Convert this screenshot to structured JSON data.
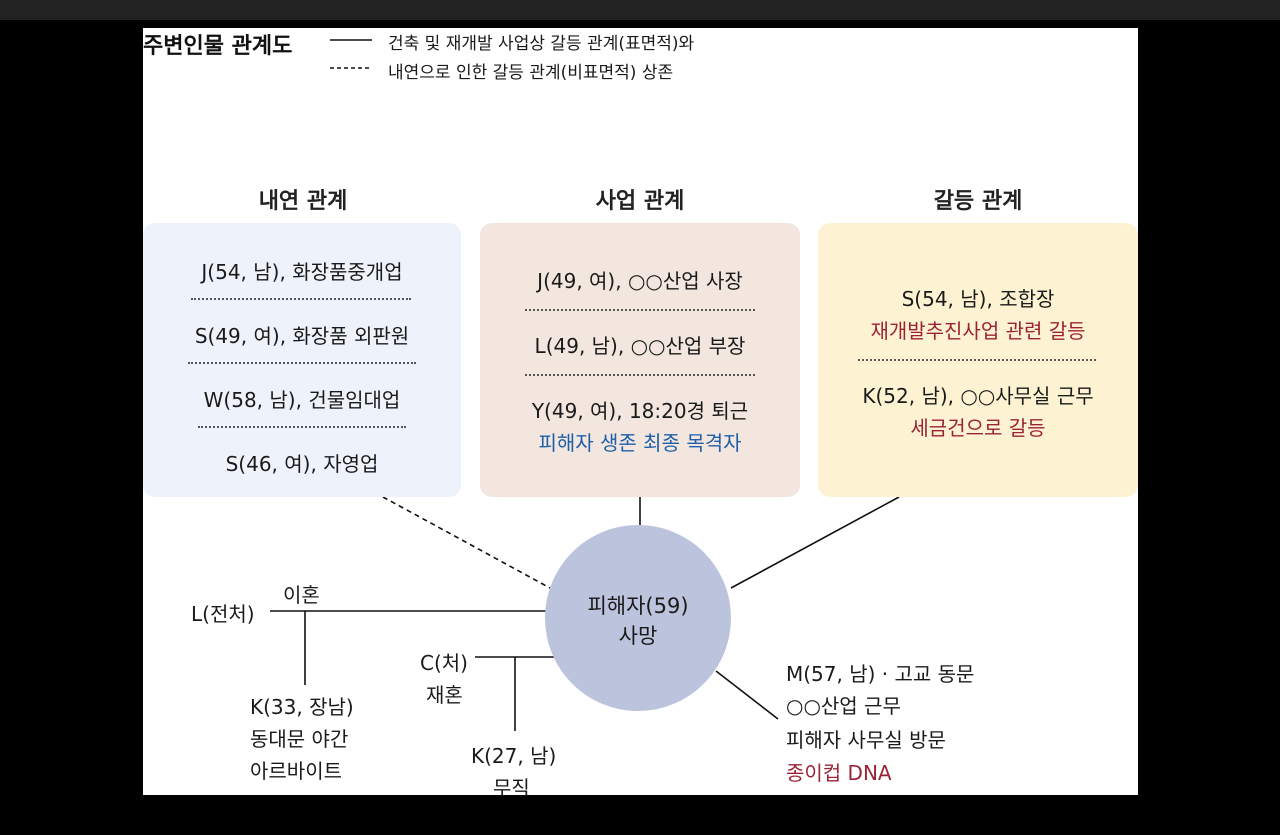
{
  "title": "주변인물 관계도",
  "legend": {
    "solid": "건축 및 재개발 사업상 갈등 관계(표면적)와",
    "dashed": "내연으로 인한 갈등 관계(비표면적) 상존"
  },
  "groups": {
    "affair": {
      "heading": "내연 관계",
      "entries": [
        "J(54, 남), 화장품중개업",
        "S(49, 여), 화장품 외판원",
        "W(58, 남), 건물임대업",
        "S(46, 여), 자영업"
      ]
    },
    "business": {
      "heading": "사업 관계",
      "entries": [
        "J(49, 여), ○○산업 사장",
        "L(49, 남), ○○산업 부장",
        "Y(49, 여), 18:20경 퇴근"
      ],
      "note": "피해자 생존 최종 목격자"
    },
    "conflict": {
      "heading": "갈등 관계",
      "entries": [
        {
          "name": "S(54, 남), 조합장",
          "note": "재개발추진사업 관련 갈등"
        },
        {
          "name": "K(52, 남), ○○사무실 근무",
          "note": "세금건으로 갈등"
        }
      ]
    }
  },
  "victim": {
    "line1": "피해자(59)",
    "line2": "사망"
  },
  "family": {
    "ex_wife": "L(전처)",
    "divorce": "이혼",
    "eldest_son": [
      "K(33, 장남)",
      "동대문 야간",
      "아르바이트"
    ],
    "wife": "C(처)",
    "remarriage": "재혼",
    "son": [
      "K(27, 남)",
      "무직"
    ]
  },
  "classmate": [
    "M(57, 남) · 고교 동문",
    "○○산업 근무",
    "피해자 사무실 방문"
  ],
  "classmate_note": "종이컵 DNA",
  "colors": {
    "affair_card": "#eef2fa",
    "business_card": "#f2e6df",
    "conflict_card": "#fdf3d3",
    "victim": "#bcc3dd",
    "accent_red": "#9b2335",
    "accent_blue": "#1f5fa8"
  }
}
